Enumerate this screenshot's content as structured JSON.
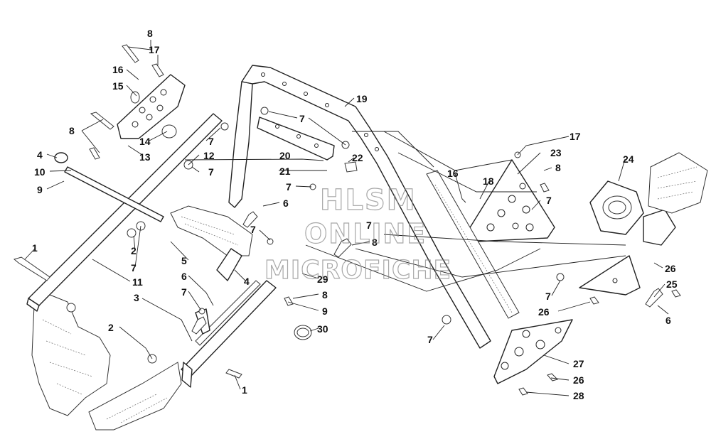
{
  "watermark": {
    "line1": "HLSM",
    "line2": "ONLINE",
    "line3": "MICROFICHE"
  },
  "callouts": [
    {
      "id": "c1",
      "label": "8"
    },
    {
      "id": "c2",
      "label": "17"
    },
    {
      "id": "c3",
      "label": "16"
    },
    {
      "id": "c4",
      "label": "15"
    },
    {
      "id": "c5",
      "label": "8"
    },
    {
      "id": "c6",
      "label": "14"
    },
    {
      "id": "c7",
      "label": "13"
    },
    {
      "id": "c8",
      "label": "7"
    },
    {
      "id": "c9",
      "label": "12"
    },
    {
      "id": "c10",
      "label": "7"
    },
    {
      "id": "c11",
      "label": "4"
    },
    {
      "id": "c12",
      "label": "10"
    },
    {
      "id": "c13",
      "label": "9"
    },
    {
      "id": "c14",
      "label": "1"
    },
    {
      "id": "c15",
      "label": "2"
    },
    {
      "id": "c16",
      "label": "7"
    },
    {
      "id": "c17",
      "label": "11"
    },
    {
      "id": "c18",
      "label": "3"
    },
    {
      "id": "c19",
      "label": "2"
    },
    {
      "id": "c20",
      "label": "5"
    },
    {
      "id": "c21",
      "label": "6"
    },
    {
      "id": "c22",
      "label": "7"
    },
    {
      "id": "c23",
      "label": "4"
    },
    {
      "id": "c24",
      "label": "1"
    },
    {
      "id": "c25",
      "label": "19"
    },
    {
      "id": "c26",
      "label": "7"
    },
    {
      "id": "c27",
      "label": "20"
    },
    {
      "id": "c28",
      "label": "21"
    },
    {
      "id": "c29",
      "label": "22"
    },
    {
      "id": "c30",
      "label": "7"
    },
    {
      "id": "c31",
      "label": "6"
    },
    {
      "id": "c32",
      "label": "7"
    },
    {
      "id": "c33",
      "label": "7"
    },
    {
      "id": "c34",
      "label": "8"
    },
    {
      "id": "c35",
      "label": "29"
    },
    {
      "id": "c36",
      "label": "8"
    },
    {
      "id": "c37",
      "label": "9"
    },
    {
      "id": "c38",
      "label": "30"
    },
    {
      "id": "c39",
      "label": "16"
    },
    {
      "id": "c40",
      "label": "18"
    },
    {
      "id": "c41",
      "label": "17"
    },
    {
      "id": "c42",
      "label": "23"
    },
    {
      "id": "c43",
      "label": "8"
    },
    {
      "id": "c44",
      "label": "7"
    },
    {
      "id": "c45",
      "label": "24"
    },
    {
      "id": "c46",
      "label": "26"
    },
    {
      "id": "c47",
      "label": "25"
    },
    {
      "id": "c48",
      "label": "7"
    },
    {
      "id": "c49",
      "label": "26"
    },
    {
      "id": "c50",
      "label": "6"
    },
    {
      "id": "c51",
      "label": "7"
    },
    {
      "id": "c52",
      "label": "27"
    },
    {
      "id": "c53",
      "label": "26"
    },
    {
      "id": "c54",
      "label": "28"
    }
  ]
}
